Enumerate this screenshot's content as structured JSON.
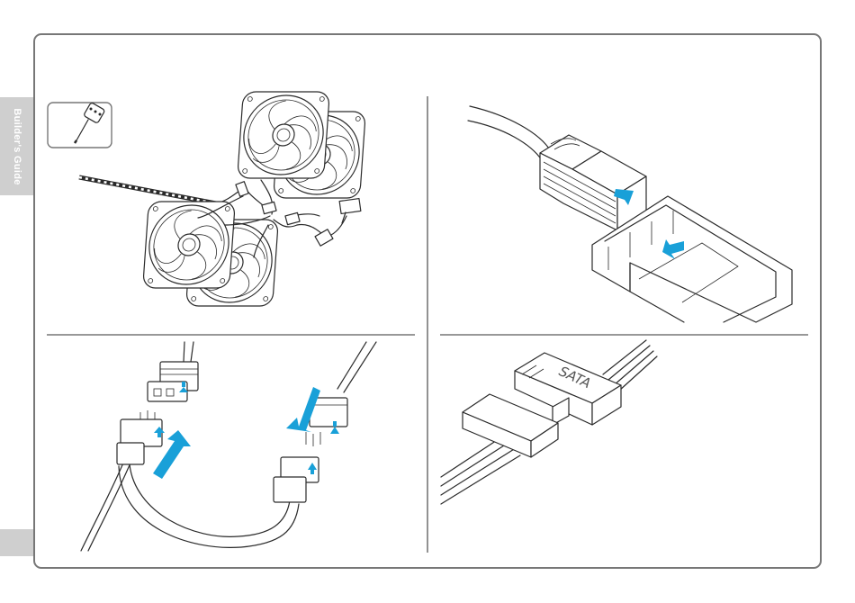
{
  "side_tab": {
    "label": "Builder's Guide"
  },
  "sata_connector": {
    "label": "SATA"
  },
  "colors": {
    "arrow": "#19a0d8",
    "side_tab": "#cfcfcf",
    "frame_border": "#777777",
    "line_art": "#2a2a2a"
  },
  "panels": [
    {
      "id": "fan-strip-hub",
      "icons": [
        "controller-icon",
        "led-strip-icon",
        "fan-icon",
        "hub-icon"
      ]
    },
    {
      "id": "connector-into-housing",
      "icons": [
        "plug-icon",
        "socket-icon",
        "arrow-icon"
      ]
    },
    {
      "id": "rgb-cable-connect",
      "icons": [
        "rgb-plug-icon",
        "arrow-icon"
      ]
    },
    {
      "id": "sata-connect",
      "icons": [
        "sata-connector-icon"
      ]
    }
  ]
}
